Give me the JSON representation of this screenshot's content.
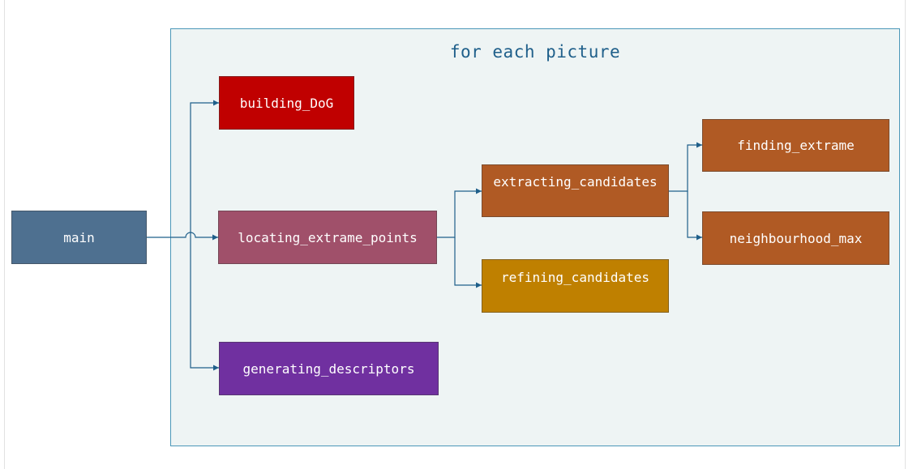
{
  "diagram": {
    "container": {
      "title": "for each picture",
      "fill": "#eef4f4",
      "border": "#4b97b8",
      "title_color": "#1f5f8a"
    },
    "edge_color": "#1f5f8a",
    "nodes": {
      "main": {
        "label": "main",
        "color": "#4e7090"
      },
      "building_dog": {
        "label": "building_DoG",
        "color": "#c00000"
      },
      "locating_extrame_points": {
        "label": "locating_extrame_points",
        "color": "#a0506a"
      },
      "generating_descriptors": {
        "label": "generating_descriptors",
        "color": "#7030a0"
      },
      "extracting_candidates": {
        "label": "extracting_candidates",
        "color": "#b05a24"
      },
      "refining_candidates": {
        "label": "refining_candidates",
        "color": "#bf8000"
      },
      "finding_extrame": {
        "label": "finding_extrame",
        "color": "#b05a24"
      },
      "neighbourhood_max": {
        "label": "neighbourhood_max",
        "color": "#b05a24"
      }
    },
    "edges": [
      {
        "from": "main",
        "to": "building_DoG"
      },
      {
        "from": "main",
        "to": "locating_extrame_points"
      },
      {
        "from": "main",
        "to": "generating_descriptors"
      },
      {
        "from": "locating_extrame_points",
        "to": "extracting_candidates"
      },
      {
        "from": "locating_extrame_points",
        "to": "refining_candidates"
      },
      {
        "from": "extracting_candidates",
        "to": "finding_extrame"
      },
      {
        "from": "extracting_candidates",
        "to": "neighbourhood_max"
      }
    ]
  }
}
